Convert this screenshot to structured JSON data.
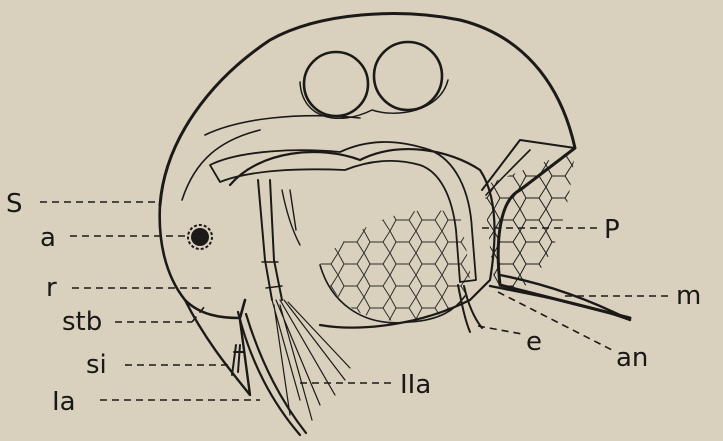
{
  "figure": {
    "paper_color": "#d9d1bd",
    "ink_color": "#1c1a18",
    "labels": {
      "s": "S",
      "a": "a",
      "r": "r",
      "stb": "stb",
      "si": "si",
      "Ia": "Ia",
      "IIa": "IIa",
      "P": "P",
      "e": "e",
      "an": "an",
      "m": "m"
    }
  }
}
